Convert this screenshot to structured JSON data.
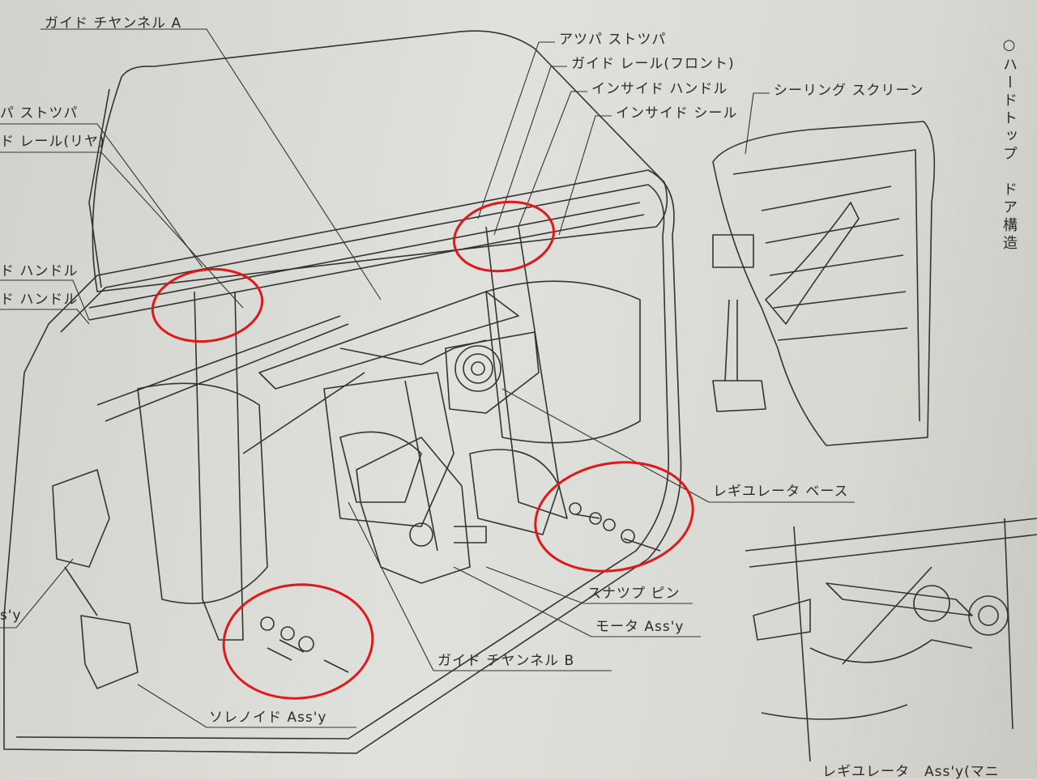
{
  "title": {
    "vertical": "○ハードトップ　ドア構造"
  },
  "labels": {
    "guide_channel_a": "ガイド チヤンネル A",
    "upper_stopper": "アツパ ストツパ",
    "guide_rail_front": "ガイド レール(フロント)",
    "inside_handle": "インサイド ハンドル",
    "inside_seal": "インサイド シール",
    "sealing_screen": "シーリング スクリーン",
    "upper_stopper_left": "パ ストツパ",
    "guide_rail_rear": "ド レール(リヤ)",
    "handle_left_1": "ド ハンドル",
    "handle_left_2": "ド ハンドル",
    "assy_left": "s'y",
    "regulator_base": "レギユレータ ベース",
    "snap_pin": "スナツプ ピン",
    "motor_assy": "モータ Ass'y",
    "guide_channel_b": "ガイド チヤンネル B",
    "solenoid_assy": "ソレノイド Ass'y",
    "regulator_assy": "レギユレータ　Ass'y(マニ"
  },
  "colors": {
    "annotation": "#e01818",
    "ink": "#2a2a2a"
  }
}
